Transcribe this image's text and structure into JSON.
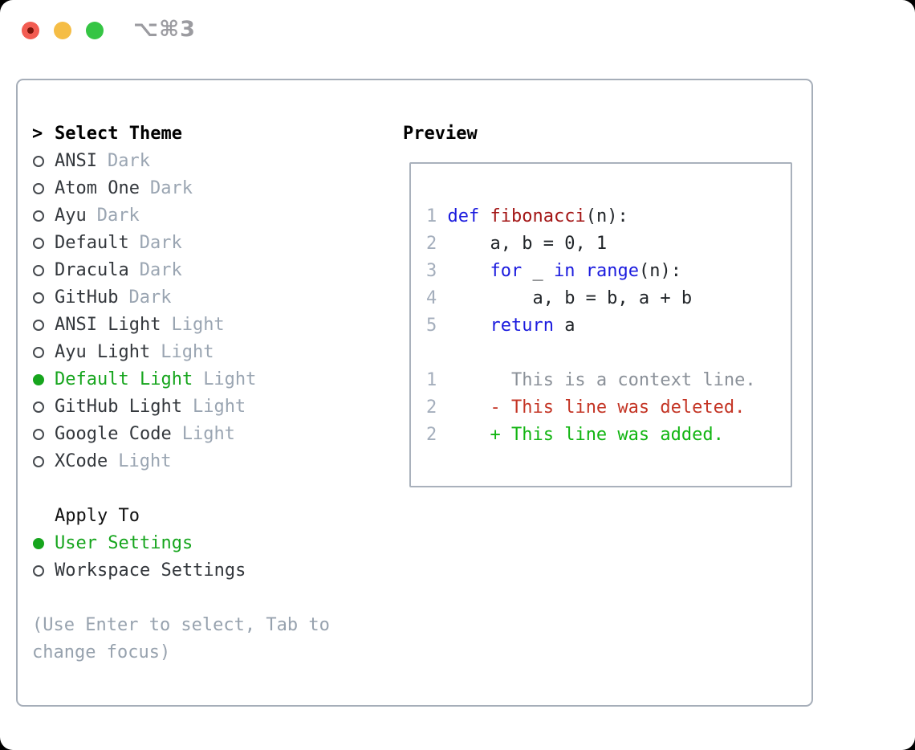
{
  "titlebar": {
    "shortcut_label": "⌥⌘3",
    "buttons": [
      "close",
      "minimize",
      "zoom"
    ]
  },
  "colors": {
    "selected_green": "#16a51d",
    "muted_gray": "#9aa5b2",
    "help_gray": "#97a2ae",
    "item_text": "#33373c",
    "panel_border": "#a6aeb9",
    "box_border": "#a9b1bc",
    "traffic_red": "#f25c52",
    "traffic_yellow": "#f5bd45",
    "traffic_green": "#35c544"
  },
  "palette": {
    "num": "#a4aebc",
    "kw": "#1b1bde",
    "fn": "#a31515",
    "plain": "#212529",
    "ctx": "#8b9199",
    "del": "#c43525",
    "add": "#12b512"
  },
  "theme_selector": {
    "header": {
      "cursor": ">",
      "label": "Select Theme"
    },
    "items": [
      {
        "name": "ANSI",
        "variant": "Dark",
        "selected": false
      },
      {
        "name": "Atom One",
        "variant": "Dark",
        "selected": false
      },
      {
        "name": "Ayu",
        "variant": "Dark",
        "selected": false
      },
      {
        "name": "Default",
        "variant": "Dark",
        "selected": false
      },
      {
        "name": "Dracula",
        "variant": "Dark",
        "selected": false
      },
      {
        "name": "GitHub",
        "variant": "Dark",
        "selected": false
      },
      {
        "name": "ANSI Light",
        "variant": "Light",
        "selected": false
      },
      {
        "name": "Ayu Light",
        "variant": "Light",
        "selected": false
      },
      {
        "name": "Default Light",
        "variant": "Light",
        "selected": true
      },
      {
        "name": "GitHub Light",
        "variant": "Light",
        "selected": false
      },
      {
        "name": "Google Code",
        "variant": "Light",
        "selected": false
      },
      {
        "name": "XCode",
        "variant": "Light",
        "selected": false
      }
    ]
  },
  "apply_to": {
    "label": "Apply To",
    "options": [
      {
        "label": "User Settings",
        "selected": true
      },
      {
        "label": "Workspace Settings",
        "selected": false
      }
    ]
  },
  "help_lines": [
    "(Use Enter to select, Tab to",
    "change focus)"
  ],
  "preview": {
    "label": "Preview",
    "lines": [
      {
        "kind": "code",
        "segments": [
          {
            "t": "1 ",
            "c": "num"
          },
          {
            "t": "def ",
            "c": "kw"
          },
          {
            "t": "fibonacci",
            "c": "fn"
          },
          {
            "t": "(n):",
            "c": "plain"
          }
        ]
      },
      {
        "kind": "code",
        "segments": [
          {
            "t": "2 ",
            "c": "num"
          },
          {
            "t": "    a, b = 0, 1",
            "c": "plain"
          }
        ]
      },
      {
        "kind": "code",
        "segments": [
          {
            "t": "3 ",
            "c": "num"
          },
          {
            "t": "    ",
            "c": "plain"
          },
          {
            "t": "for",
            "c": "kw"
          },
          {
            "t": " _ ",
            "c": "plain"
          },
          {
            "t": "in",
            "c": "kw"
          },
          {
            "t": " ",
            "c": "plain"
          },
          {
            "t": "range",
            "c": "kw"
          },
          {
            "t": "(n):",
            "c": "plain"
          }
        ]
      },
      {
        "kind": "code",
        "segments": [
          {
            "t": "4 ",
            "c": "num"
          },
          {
            "t": "        a, b = b, a + b",
            "c": "plain"
          }
        ]
      },
      {
        "kind": "code",
        "segments": [
          {
            "t": "5 ",
            "c": "num"
          },
          {
            "t": "    ",
            "c": "plain"
          },
          {
            "t": "return",
            "c": "kw"
          },
          {
            "t": " a",
            "c": "plain"
          }
        ]
      },
      {
        "kind": "blank",
        "segments": []
      },
      {
        "kind": "diff-context",
        "segments": [
          {
            "t": "1",
            "c": "num"
          },
          {
            "t": "       This is a context line.",
            "c": "ctx"
          }
        ]
      },
      {
        "kind": "diff-deleted",
        "segments": [
          {
            "t": "2",
            "c": "num"
          },
          {
            "t": "     ",
            "c": "plain"
          },
          {
            "t": "- This line was deleted.",
            "c": "del"
          }
        ]
      },
      {
        "kind": "diff-added",
        "segments": [
          {
            "t": "2",
            "c": "num"
          },
          {
            "t": "     ",
            "c": "plain"
          },
          {
            "t": "+ This line was added.",
            "c": "add"
          }
        ]
      }
    ]
  }
}
